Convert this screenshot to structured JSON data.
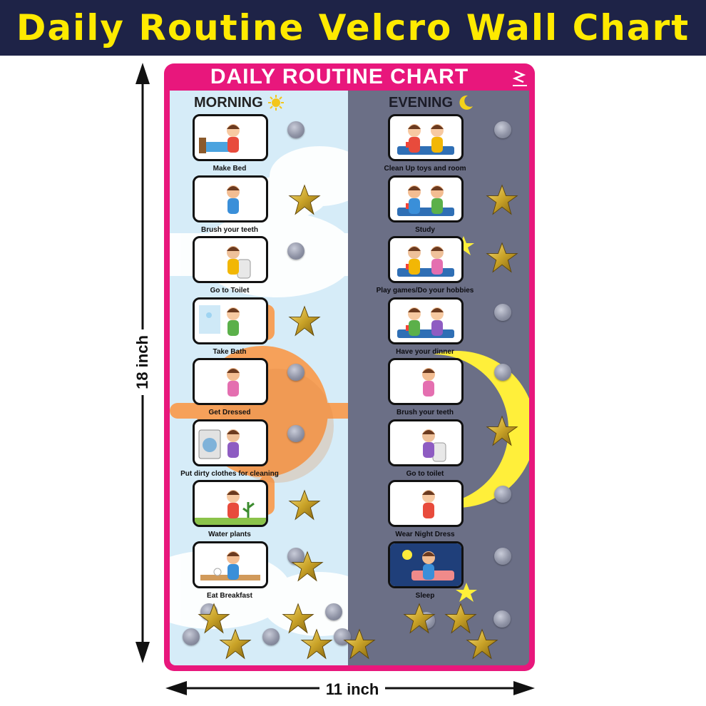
{
  "banner": {
    "title": "Daily Routine Velcro Wall Chart"
  },
  "dimensions": {
    "height_label": "18 inch",
    "width_label": "11 inch"
  },
  "chart": {
    "title": "DAILY ROUTINE CHART",
    "morning_heading": "MORNING",
    "evening_heading": "EVENING",
    "colors": {
      "frame": "#e8177c",
      "morning_bg": "#d6ecf8",
      "evening_bg": "#6b6f86",
      "banner_bg": "#1e2347",
      "banner_text": "#ffea00",
      "star": "#c9a227"
    },
    "morning_tasks": [
      {
        "label": "Make Bed",
        "icon": "make-bed-illustration"
      },
      {
        "label": "Brush your teeth",
        "icon": "brush-teeth-illustration"
      },
      {
        "label": "Go to Toilet",
        "icon": "toilet-illustration"
      },
      {
        "label": "Take Bath",
        "icon": "bath-illustration"
      },
      {
        "label": "Get Dressed",
        "icon": "dressing-illustration"
      },
      {
        "label": "Put dirty clothes for cleaning",
        "icon": "laundry-illustration"
      },
      {
        "label": "Water plants",
        "icon": "watering-plants-illustration"
      },
      {
        "label": "Eat Breakfast",
        "icon": "breakfast-illustration"
      }
    ],
    "evening_tasks": [
      {
        "label": "Clean Up toys and room",
        "icon": "clean-up-illustration"
      },
      {
        "label": "Study",
        "icon": "study-illustration"
      },
      {
        "label": "Play games/Do your hobbies",
        "icon": "play-games-illustration"
      },
      {
        "label": "Have your dinner",
        "icon": "dinner-illustration"
      },
      {
        "label": "Brush your teeth",
        "icon": "brush-teeth-illustration"
      },
      {
        "label": "Go to toilet",
        "icon": "toilet-illustration"
      },
      {
        "label": "Wear Night Dress",
        "icon": "night-dress-illustration"
      },
      {
        "label": "Sleep",
        "icon": "sleep-illustration"
      }
    ]
  }
}
